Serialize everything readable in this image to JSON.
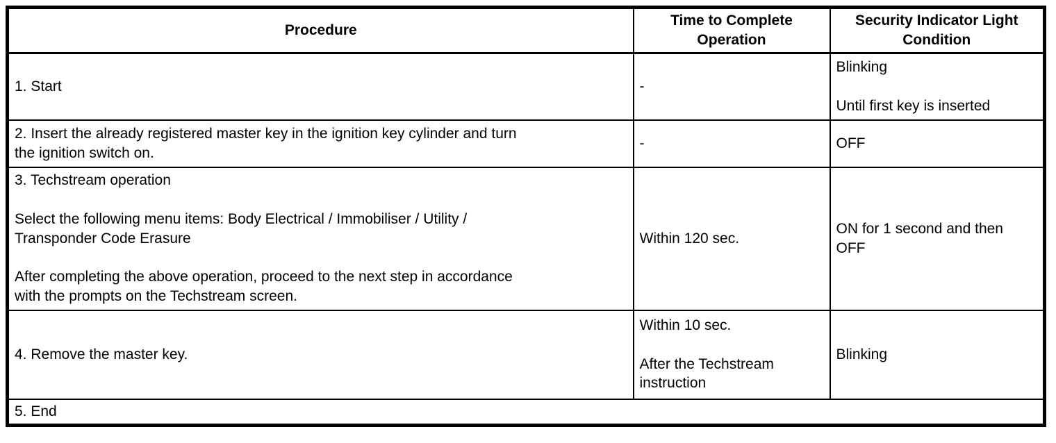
{
  "document": {
    "colors": {
      "background": "#ffffff",
      "border": "#000000",
      "text": "#000000"
    },
    "table": {
      "columns": [
        "Procedure",
        "Time to Complete Operation",
        "Security Indicator Light Condition"
      ],
      "rows": [
        {
          "procedure": "1. Start",
          "time": "-",
          "light": "Blinking\n\nUntil first key is inserted"
        },
        {
          "procedure": "2. Insert the already registered master key in the ignition key cylinder and turn\nthe ignition switch on.",
          "time": "-",
          "light": "OFF"
        },
        {
          "procedure": "3. Techstream operation\n\nSelect the following menu items: Body Electrical / Immobiliser / Utility /\nTransponder Code Erasure\n\nAfter completing the above operation, proceed to the next step in accordance\nwith the prompts on the Techstream screen.",
          "time": "Within 120 sec.",
          "light": "ON for 1 second and then\nOFF"
        },
        {
          "procedure": "4. Remove the master key.",
          "time": "Within 10 sec.\n\nAfter the Techstream\ninstruction",
          "light": "Blinking"
        },
        {
          "procedure": "5. End"
        }
      ]
    }
  }
}
